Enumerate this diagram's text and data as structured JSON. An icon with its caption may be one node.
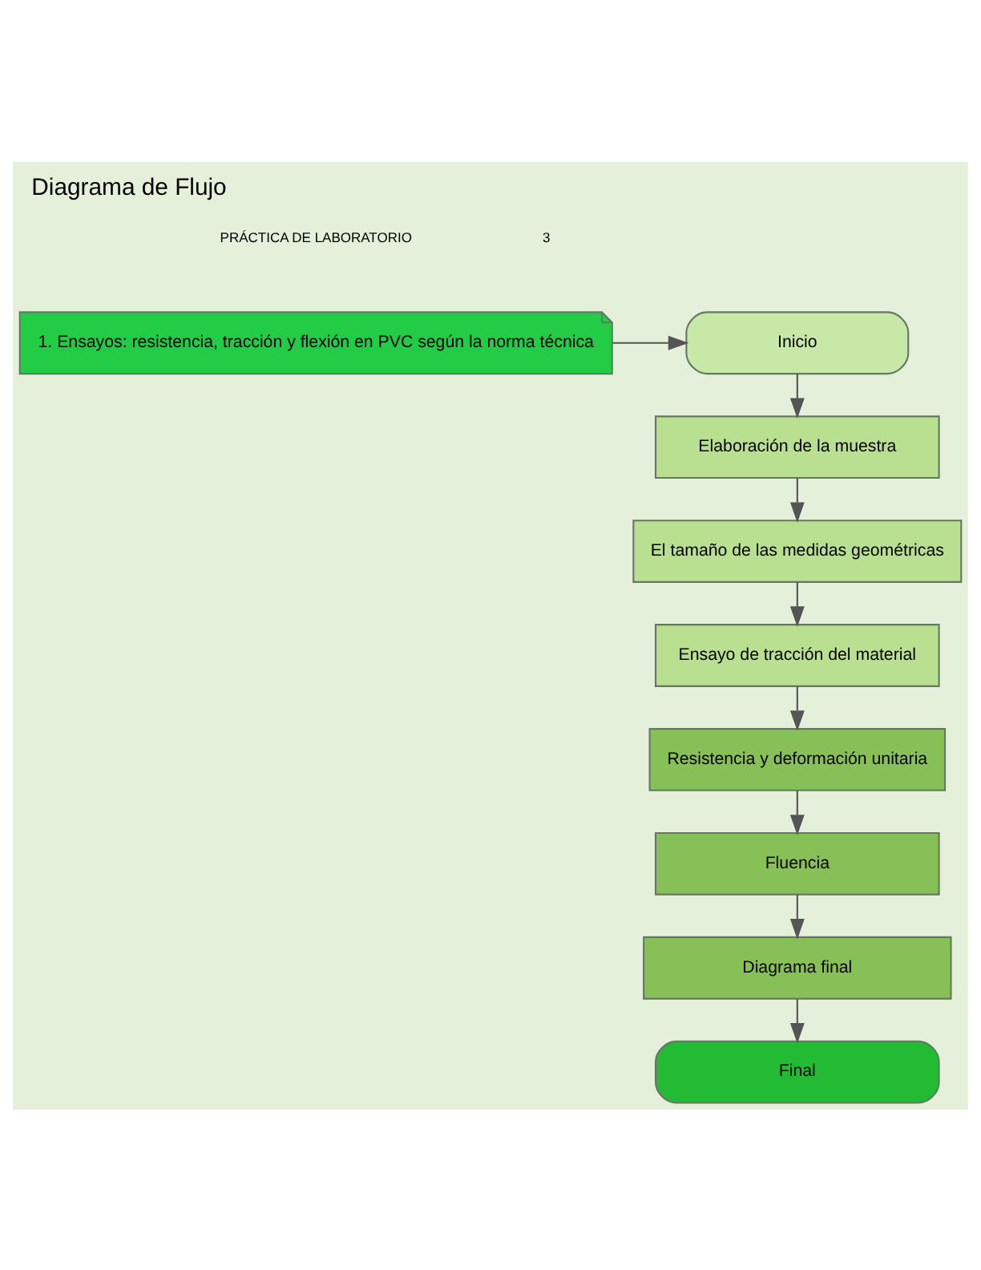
{
  "diagram": {
    "title": "Diagrama de Flujo",
    "nodes": [
      {
        "text": [
          "1. Ensayos: resistencia, tracción y flexión en PVC según la norma técnica"
        ]
      },
      {
        "text": [
          "Inicio"
        ]
      },
      {
        "text": [
          "Elaboración de la muestra"
        ]
      },
      {
        "text": [
          "El tamaño de las medidas geométricas"
        ]
      },
      {
        "text": [
          "Ensayo de tracción del material"
        ]
      },
      {
        "text": [
          "Resistencia y deformación unitaria"
        ]
      },
      {
        "text": [
          "Fluencia"
        ]
      },
      {
        "text": [
          "Diagrama final"
        ]
      },
      {
        "text": [
          "Final"
        ]
      }
    ],
    "edges": [
      {
        "from": 0,
        "to": 1,
        "arrow": "to"
      },
      {
        "from": 1,
        "to": 2,
        "arrow": "to"
      },
      {
        "from": 2,
        "to": 3,
        "arrow": "to"
      },
      {
        "from": 3,
        "to": 4,
        "arrow": "to"
      },
      {
        "from": 4,
        "to": 5,
        "arrow": "to"
      },
      {
        "from": 5,
        "to": 6,
        "arrow": "to"
      },
      {
        "from": 6,
        "to": 7,
        "arrow": "to"
      },
      {
        "from": 7,
        "to": 8,
        "arrow": "to"
      }
    ],
    "labels": [
      "PRÁCTICA DE LABORATORIO",
      "3"
    ]
  }
}
